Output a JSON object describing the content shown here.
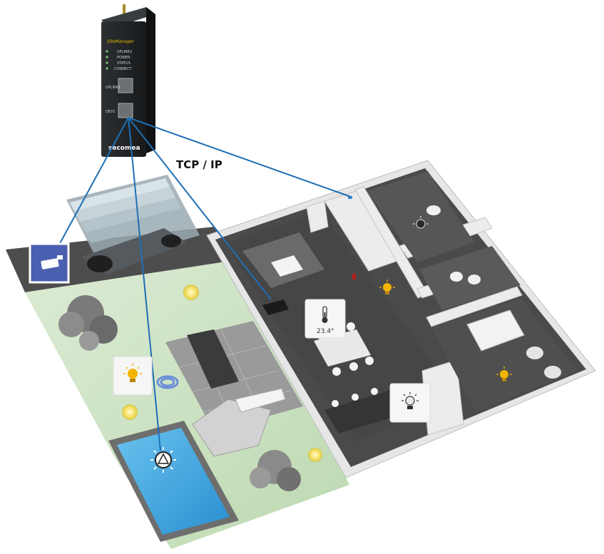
{
  "router": {
    "brand": "SiteManager",
    "leds": [
      "UPLINK2",
      "POWER",
      "STATUS",
      "CONNECT"
    ],
    "port_labels": [
      "UPLINK1",
      "DEV1"
    ],
    "logo": "secomea"
  },
  "connection": {
    "label": "TCP / IP",
    "line_color": "#1f6fb5"
  },
  "devices": {
    "camera": "camera-icon",
    "garden_light": "light-bulb-icon",
    "pool_pump": "pump-icon",
    "thermostat": {
      "icon": "thermometer-icon",
      "value": "23.4°"
    },
    "kitchen_light": "light-bulb-icon"
  },
  "colors": {
    "floor_dark": "#4a4a4a",
    "wall": "#e8e8e8",
    "lawn": "#cfe6c7",
    "pool": "#3aa6e0",
    "camera_tile": "#4a5fb0",
    "light_on": "#f3b400"
  }
}
